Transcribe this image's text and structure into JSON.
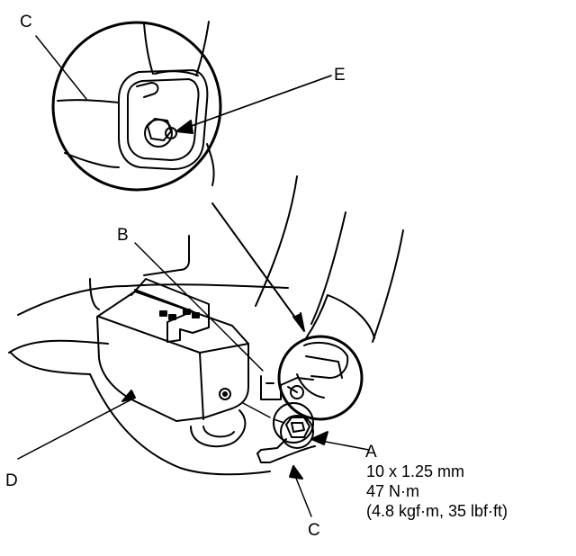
{
  "labels": {
    "c_top": "C",
    "e": "E",
    "b": "B",
    "d": "D",
    "a": "A",
    "c_bottom": "C"
  },
  "spec": {
    "size": "10 x 1.25 mm",
    "torque_nm": "47 N·m",
    "torque_alt": "(4.8 kgf·m, 35 lbf·ft)"
  }
}
